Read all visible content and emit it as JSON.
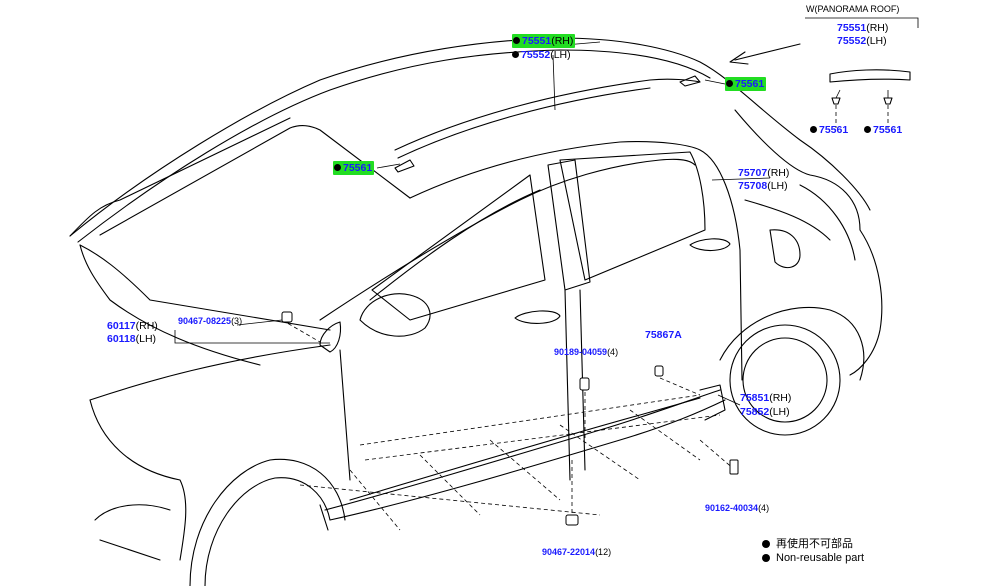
{
  "header": {
    "panorama_roof": "W(PANORAMA ROOF)"
  },
  "callouts": {
    "roof_rh": {
      "num": "75551",
      "suffix": "(RH)"
    },
    "roof_lh": {
      "num": "75552",
      "suffix": "(LH)"
    },
    "clip_top": {
      "num": "75561"
    },
    "clip_left": {
      "num": "75561"
    },
    "pano_rh": {
      "num": "75551",
      "suffix": "(RH)"
    },
    "pano_lh": {
      "num": "75552",
      "suffix": "(LH)"
    },
    "pano_clip1": {
      "num": "75561"
    },
    "pano_clip2": {
      "num": "75561"
    },
    "window_rh": {
      "num": "75707",
      "suffix": "(RH)"
    },
    "window_lh": {
      "num": "75708",
      "suffix": "(LH)"
    },
    "fender_rh": {
      "num": "60117",
      "suffix": "(RH)"
    },
    "fender_lh": {
      "num": "60118",
      "suffix": "(LH)"
    },
    "fender_clip": {
      "num": "90467-08225",
      "suffix": "(3)"
    },
    "clip_9018": {
      "num": "90189-04059",
      "suffix": "(4)"
    },
    "part_75867a": {
      "num": "75867A"
    },
    "rocker_rh": {
      "num": "75851",
      "suffix": "(RH)"
    },
    "rocker_lh": {
      "num": "75852",
      "suffix": "(LH)"
    },
    "screw": {
      "num": "90162-40034",
      "suffix": "(4)"
    },
    "clip_bottom": {
      "num": "90467-22014",
      "suffix": "(12)"
    }
  },
  "legend": {
    "line1": "再使用不可部品",
    "line2": "Non-reusable part"
  },
  "colors": {
    "part_number": "#1a1aff",
    "highlight": "#22dd22",
    "line": "#000000"
  }
}
